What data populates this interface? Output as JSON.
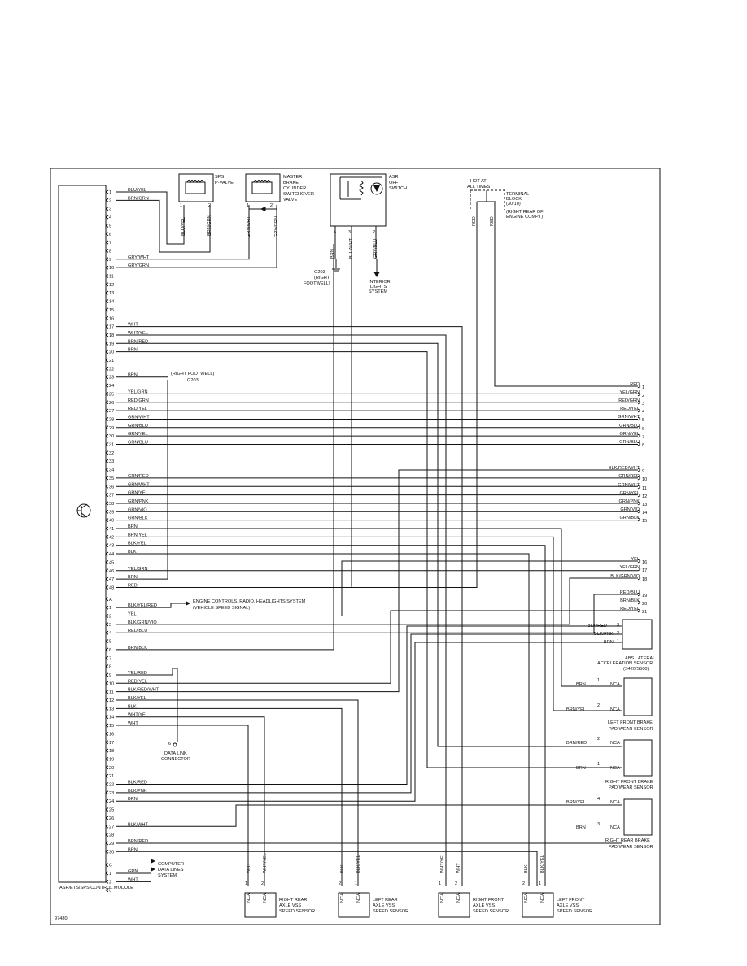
{
  "frame": {
    "drawing_id": "97480"
  },
  "module": {
    "label": "ASR/ETS/SPS CONTROL MODULE",
    "pins_a": [
      {
        "n": "1",
        "w": "BLU/YEL"
      },
      {
        "n": "2",
        "w": "BRN/GRN"
      },
      {
        "n": "3",
        "w": ""
      },
      {
        "n": "4",
        "w": ""
      },
      {
        "n": "5",
        "w": ""
      },
      {
        "n": "6",
        "w": ""
      },
      {
        "n": "7",
        "w": ""
      },
      {
        "n": "8",
        "w": ""
      },
      {
        "n": "9",
        "w": "GRY/WHT"
      },
      {
        "n": "10",
        "w": "GRY/GRN"
      },
      {
        "n": "11",
        "w": ""
      },
      {
        "n": "12",
        "w": ""
      },
      {
        "n": "13",
        "w": ""
      },
      {
        "n": "14",
        "w": ""
      },
      {
        "n": "15",
        "w": ""
      },
      {
        "n": "16",
        "w": ""
      },
      {
        "n": "17",
        "w": "WHT"
      },
      {
        "n": "18",
        "w": "WHT/YEL"
      },
      {
        "n": "19",
        "w": "BRN/RED"
      },
      {
        "n": "20",
        "w": "BRN"
      },
      {
        "n": "21",
        "w": ""
      },
      {
        "n": "22",
        "w": ""
      },
      {
        "n": "23",
        "w": "BRN"
      },
      {
        "n": "24",
        "w": ""
      },
      {
        "n": "25",
        "w": "YEL/GRN"
      },
      {
        "n": "26",
        "w": "RED/GRN"
      },
      {
        "n": "27",
        "w": "RED/YEL"
      },
      {
        "n": "28",
        "w": "GRN/WHT"
      },
      {
        "n": "29",
        "w": "GRN/BLU"
      },
      {
        "n": "30",
        "w": "GRN/YEL"
      },
      {
        "n": "31",
        "w": "GRN/BLU"
      },
      {
        "n": "32",
        "w": ""
      },
      {
        "n": "33",
        "w": ""
      },
      {
        "n": "34",
        "w": ""
      },
      {
        "n": "35",
        "w": "GRN/RED"
      },
      {
        "n": "36",
        "w": "GRN/WHT"
      },
      {
        "n": "37",
        "w": "GRN/YEL"
      },
      {
        "n": "38",
        "w": "GRN/PNK"
      },
      {
        "n": "39",
        "w": "GRN/VIO"
      },
      {
        "n": "40",
        "w": "GRN/BLK"
      },
      {
        "n": "41",
        "w": "BRN"
      },
      {
        "n": "42",
        "w": "BRN/YEL"
      },
      {
        "n": "43",
        "w": "BLK/YEL"
      },
      {
        "n": "44",
        "w": "BLK"
      },
      {
        "n": "45",
        "w": ""
      },
      {
        "n": "46",
        "w": "YEL/GRN"
      },
      {
        "n": "47",
        "w": "BRN"
      },
      {
        "n": "48",
        "w": "RED"
      }
    ],
    "pins_b": [
      {
        "n": "A",
        "w": ""
      },
      {
        "n": "1",
        "w": "BLK/YEL/RED"
      },
      {
        "n": "2",
        "w": "YEL"
      },
      {
        "n": "3",
        "w": "BLK/GRN/VIO"
      },
      {
        "n": "4",
        "w": "RED/BLU"
      },
      {
        "n": "5",
        "w": ""
      },
      {
        "n": "6",
        "w": "BRN/BLK"
      },
      {
        "n": "7",
        "w": ""
      },
      {
        "n": "8",
        "w": ""
      },
      {
        "n": "9",
        "w": "YEL/RED"
      },
      {
        "n": "10",
        "w": "RED/YEL"
      },
      {
        "n": "11",
        "w": "BLK/RED/WHT"
      },
      {
        "n": "12",
        "w": "BLK/YEL"
      },
      {
        "n": "13",
        "w": "BLK"
      },
      {
        "n": "14",
        "w": "WHT/YEL"
      },
      {
        "n": "15",
        "w": "WHT"
      },
      {
        "n": "16",
        "w": ""
      },
      {
        "n": "17",
        "w": ""
      },
      {
        "n": "18",
        "w": ""
      },
      {
        "n": "19",
        "w": ""
      },
      {
        "n": "20",
        "w": ""
      },
      {
        "n": "21",
        "w": ""
      },
      {
        "n": "22",
        "w": "BLK/RED"
      },
      {
        "n": "23",
        "w": "BLK/PNK"
      },
      {
        "n": "24",
        "w": "BRN"
      },
      {
        "n": "25",
        "w": ""
      },
      {
        "n": "26",
        "w": ""
      },
      {
        "n": "27",
        "w": "BLK/WHT"
      },
      {
        "n": "28",
        "w": ""
      },
      {
        "n": "29",
        "w": "BRN/RED"
      },
      {
        "n": "30",
        "w": "BRN"
      }
    ],
    "pins_c": [
      {
        "n": "C",
        "w": ""
      },
      {
        "n": "1",
        "w": "GRN"
      },
      {
        "n": "2",
        "w": "WHT"
      },
      {
        "n": "3",
        "w": ""
      }
    ]
  },
  "right_connector": [
    {
      "n": "1",
      "w": "RED"
    },
    {
      "n": "2",
      "w": "YEL/GRN"
    },
    {
      "n": "3",
      "w": "RED/GRN"
    },
    {
      "n": "4",
      "w": "RED/YEL"
    },
    {
      "n": "5",
      "w": "GRN/WHT"
    },
    {
      "n": "6",
      "w": "GRN/BLU"
    },
    {
      "n": "7",
      "w": "GRN/YEL"
    },
    {
      "n": "8",
      "w": "GRN/BLU"
    },
    {
      "n": "9",
      "w": "BLK/RED/WHT"
    },
    {
      "n": "10",
      "w": "GRN/RED"
    },
    {
      "n": "11",
      "w": "GRN/WHT"
    },
    {
      "n": "12",
      "w": "GRN/YEL"
    },
    {
      "n": "13",
      "w": "GRN/PNK"
    },
    {
      "n": "14",
      "w": "GRN/VIO"
    },
    {
      "n": "15",
      "w": "GRN/BLK"
    },
    {
      "n": "16",
      "w": "YEL"
    },
    {
      "n": "17",
      "w": "YEL/GRN"
    },
    {
      "n": "18",
      "w": "BLK/GRN/VIO"
    },
    {
      "n": "19",
      "w": "RED/BLU"
    },
    {
      "n": "20",
      "w": "BRN/BLK"
    },
    {
      "n": "21",
      "w": "RED/YEL"
    }
  ],
  "components": {
    "sps_valve": {
      "title1": "SPS",
      "title2": "P-VALVE",
      "pin1": "1",
      "pin2": "2",
      "wire1": "BLU/YEL",
      "wire2": "BRN/GRN"
    },
    "switchover_valve": {
      "title1": "MASTER",
      "title2": "BRAKE",
      "title3": "CYLINDER",
      "title4": "SWITCHOVER",
      "title5": "VALVE",
      "pin1": "1",
      "pin2": "2",
      "wire1": "GRY/WHT",
      "wire2": "GRY/GRN"
    },
    "asr_switch": {
      "title1": "ASR",
      "title2": "OFF",
      "title3": "SWITCH",
      "pin4": "4",
      "pin3": "3",
      "pin2": "2",
      "wire4": "BRN",
      "wire3": "BLU/WHT",
      "wire2": "GRY/BLU"
    },
    "ground_g203": {
      "l1": "G203",
      "l2": "(RIGHT",
      "l3": "FOOTWELL)"
    },
    "interior_lights": {
      "l1": "INTERIOR",
      "l2": "LIGHTS",
      "l3": "SYSTEM"
    },
    "terminal_block": {
      "hot1": "HOT AT",
      "hot2": "ALL TIMES",
      "l1": "TERMINAL",
      "l2": "BLOCK",
      "l3": "(30/10)",
      "l4": "(RIGHT REAR OF",
      "l5": "ENGINE COMPT)",
      "wire1": "RED",
      "wire2": "RED"
    },
    "footwell_ground": {
      "l1": "(RIGHT FOOTWELL)",
      "l2": "G203"
    },
    "engine_controls": {
      "l1": "ENGINE CONTROLS, RADIO, HEADLIGHTS SYSTEM",
      "l2": "(VEHICLE SPEED SIGNAL)"
    },
    "data_link": {
      "pin": "6",
      "l1": "DATA LINK",
      "l2": "CONNECTOR"
    },
    "computer_data": {
      "l1": "COMPUTER",
      "l2": "DATA LINES",
      "l3": "SYSTEM"
    },
    "abs_sensor": {
      "l1": "ABS LATERAL",
      "l2": "ACCELERATION SENSOR",
      "l3": "(S420/S500)",
      "p3": "3",
      "p2": "2",
      "p1": "1",
      "w3": "BLK/RED",
      "w2": "BLK/PNK",
      "w1": "BRN"
    },
    "pad_lf": {
      "l1": "LEFT FRONT BRAKE",
      "l2": "PAD WEAR SENSOR",
      "p1": "1",
      "p2": "2",
      "w1": "BRN",
      "w2": "BRN/YEL",
      "nca": "NCA"
    },
    "pad_rf": {
      "l1": "RIGHT FRONT BRAKE",
      "l2": "PAD WEAR SENSOR",
      "p1": "2",
      "p2": "1",
      "w1": "BRN/RED",
      "w2": "BRN",
      "nca": "NCA"
    },
    "pad_rr": {
      "l1": "RIGHT REAR BRAKE",
      "l2": "PAD WEAR SENSOR",
      "p1": "4",
      "p2": "3",
      "w1": "BRN/YEL",
      "w2": "BRN",
      "nca": "NCA"
    },
    "vss_rr": {
      "l1": "RIGHT REAR",
      "l2": "AXLE VSS",
      "l3": "SPEED SENSOR",
      "p1": "1",
      "p2": "2",
      "w1": "WHT",
      "w2": "WHT/YEL",
      "nca": "NCA"
    },
    "vss_lr": {
      "l1": "LEFT REAR",
      "l2": "AXLE VSS",
      "l3": "SPEED SENSOR",
      "p1": "2",
      "p2": "1",
      "w1": "BLK",
      "w2": "BLK/YEL",
      "nca": "NCA"
    },
    "vss_rf": {
      "l1": "RIGHT FRONT",
      "l2": "AXLE VSS",
      "l3": "SPEED SENSOR",
      "p1": "1",
      "p2": "2",
      "w1": "WHT/YEL",
      "w2": "WHT",
      "nca": "NCA"
    },
    "vss_lf": {
      "l1": "LEFT FRONT",
      "l2": "AXLE VSS",
      "l3": "SPEED SENSOR",
      "p1": "2",
      "p2": "1",
      "w1": "BLK",
      "w2": "BLK/YEL",
      "nca": "NCA"
    }
  }
}
